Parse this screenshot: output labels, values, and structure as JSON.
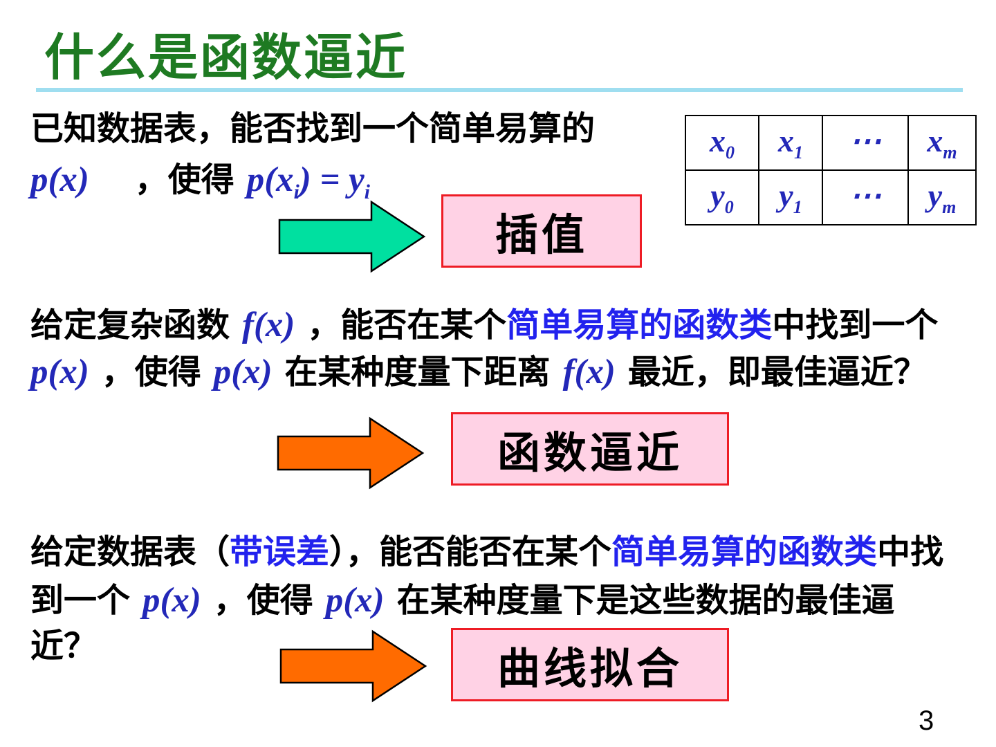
{
  "slide": {
    "title": "什么是函数逼近",
    "page_number": "3"
  },
  "colors": {
    "title-green": "#1e7a22",
    "underline-cyan": "#9fdef0",
    "math-blue": "#2328b8",
    "highlight-blue": "#2222ee",
    "arrow-green": "#00e0a0",
    "arrow-orange": "#ff6b00",
    "box-pink": "#ffd2e5",
    "box-border-red": "#ee1c25"
  },
  "section1": {
    "line1": "已知数据表，能否找到一个简单易算的",
    "p_of_x": "p(x)",
    "mid": "　，使得",
    "eq_a": "p(x",
    "eq_sub_a": "i",
    "eq_b": ") = y",
    "eq_sub_b": "i",
    "box_label": "插值"
  },
  "data_table": {
    "row1": [
      {
        "main": "x",
        "sub": "0"
      },
      {
        "main": "x",
        "sub": "1"
      },
      {
        "main": "⋯",
        "sub": ""
      },
      {
        "main": "x",
        "sub": "m"
      }
    ],
    "row2": [
      {
        "main": "y",
        "sub": "0"
      },
      {
        "main": "y",
        "sub": "1"
      },
      {
        "main": "⋯",
        "sub": ""
      },
      {
        "main": "y",
        "sub": "m"
      }
    ]
  },
  "section2": {
    "l1_a": "给定复杂函数",
    "l1_math": "f(x)",
    "l1_b": "，能否在某个",
    "l1_highlight": "简单易算的函数类",
    "l1_c": "中找到一个",
    "l2_math1": "p(x)",
    "l2_a": "，使得",
    "l2_math2": "p(x)",
    "l2_b": "在某种度量下距离",
    "l2_math3": "f(x)",
    "l2_c": "最近，即最佳逼近？",
    "box_label": "函数逼近"
  },
  "section3": {
    "l1_a": "给定数据表（",
    "l1_highlight1": "带误差",
    "l1_b": "），能否能否在某个",
    "l1_highlight2": "简单易算的函数类",
    "l1_c": "中找",
    "l2_a": "到一个",
    "l2_math1": "p(x)",
    "l2_b": "，使得",
    "l2_math2": "p(x)",
    "l2_c": "在某种度量下是这些数据的最佳逼",
    "l3": "近？",
    "box_label": "曲线拟合"
  }
}
